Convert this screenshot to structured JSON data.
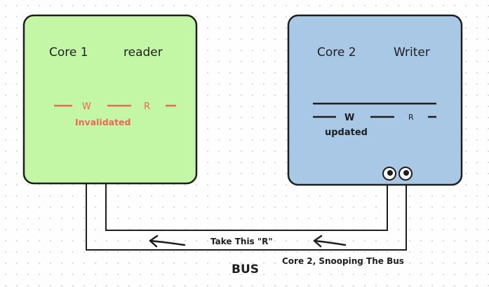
{
  "colors": {
    "core1_fill": "#c3f7a5",
    "core2_fill": "#a8c8e6",
    "stroke": "#1e1e1e",
    "invalid_text": "#e8685a"
  },
  "core1": {
    "name": "Core 1",
    "role": "reader",
    "line_w": "W",
    "line_r": "R",
    "status": "Invalidated"
  },
  "core2": {
    "name": "Core 2",
    "role": "Writer",
    "line_w": "W",
    "line_r": "R",
    "status": "updated",
    "icon": "eyes-icon"
  },
  "bus": {
    "label": "BUS",
    "transfer_label": "Take This \"R\"",
    "snoop_label": "Core 2, Snooping The Bus"
  }
}
